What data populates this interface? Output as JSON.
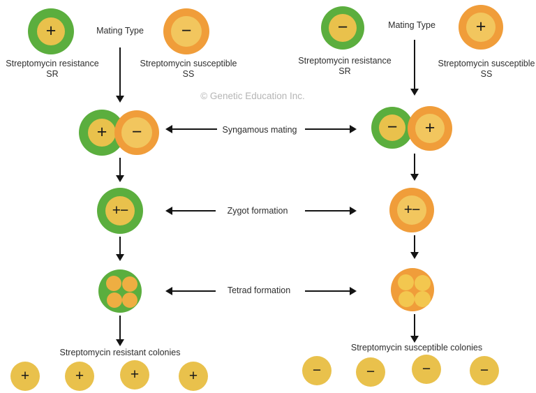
{
  "colors": {
    "green": "#5bae3e",
    "yellow": "#e9c14c",
    "yellow_light": "#f2c65e",
    "orange": "#f09d3a",
    "dot_left": "#eeae42",
    "dot_right": "#f3c74f",
    "arrow": "#141414",
    "text": "#2d2d2d",
    "watermark": "#b5b5b5"
  },
  "watermark": "© Genetic Education Inc.",
  "steps": {
    "syngamous": "Syngamous mating",
    "zygote": "Zygot formation",
    "tetrad": "Tetrad formation"
  },
  "left": {
    "mating_type_label": "Mating Type",
    "parent_resistant": {
      "sign": "+",
      "label": "Streptomycin resistance",
      "abbr": "SR"
    },
    "parent_susceptible": {
      "sign": "−",
      "label": "Streptomycin susceptible",
      "abbr": "SS"
    },
    "pair": {
      "left_sign": "+",
      "right_sign": "−"
    },
    "zygote_sign": "+−",
    "colonies_label": "Streptomycin resistant colonies",
    "colony_sign": "+"
  },
  "right": {
    "mating_type_label": "Mating Type",
    "parent_resistant": {
      "sign": "−",
      "label": "Streptomycin resistance",
      "abbr": "SR"
    },
    "parent_susceptible": {
      "sign": "+",
      "label": "Streptomycin susceptible",
      "abbr": "SS"
    },
    "pair": {
      "left_sign": "−",
      "right_sign": "+"
    },
    "zygote_sign": "+−",
    "colonies_label": "Streptomycin susceptible colonies",
    "colony_sign": "−"
  }
}
